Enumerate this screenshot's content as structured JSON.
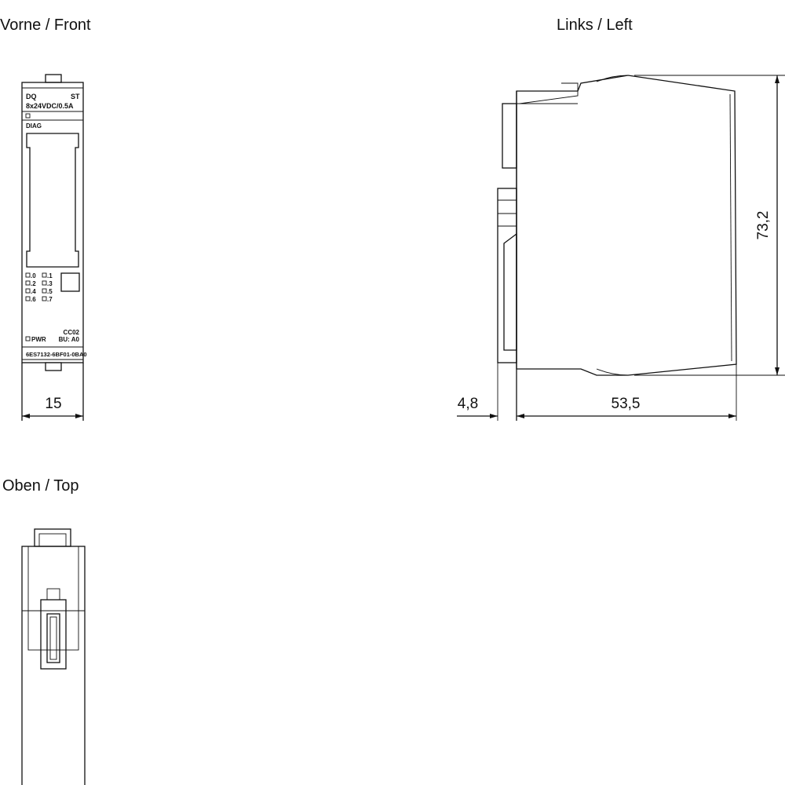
{
  "views": {
    "front": {
      "title": "Vorne / Front"
    },
    "left": {
      "title": "Links / Left"
    },
    "top": {
      "title": "Oben / Top"
    }
  },
  "front_panel": {
    "type_label": "DQ",
    "status_label": "ST",
    "rating": "8x24VDC/0.5A",
    "diag_label": "DIAG",
    "channels": [
      ".0",
      ".1",
      ".2",
      ".3",
      ".4",
      ".5",
      ".6",
      ".7"
    ],
    "pwr_label": "PWR",
    "color_code": "CC02",
    "base_unit": "BU: A0",
    "order_number": "6ES7132-6BF01-0BA0"
  },
  "dimensions": {
    "width_front": "15",
    "depth_offset": "4,8",
    "depth": "53,5",
    "height": "73,2"
  }
}
